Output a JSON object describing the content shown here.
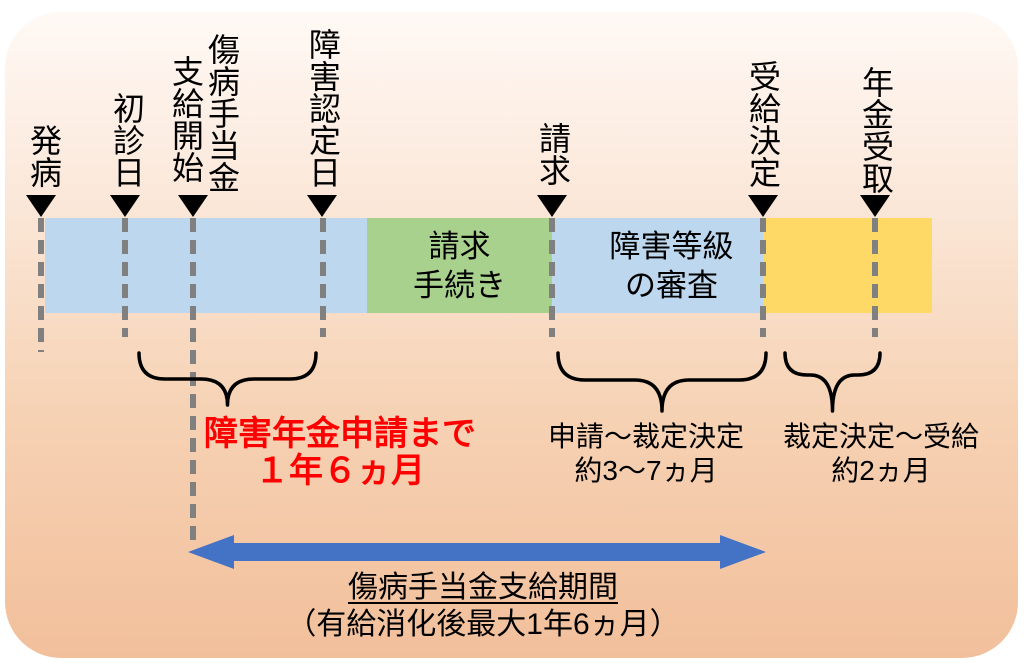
{
  "colors": {
    "bg_top": "#FFF9F5",
    "bg_bottom": "#F2BF9B",
    "bar_blue": "#BDD7EE",
    "bar_green": "#A9D18E",
    "bar_yellow": "#FFD966",
    "dash_gray": "#808080",
    "marker_black": "#000000",
    "arrow_blue": "#4472C4",
    "highlight_red": "#FF0000"
  },
  "timeline": {
    "markers": [
      {
        "label": "発病"
      },
      {
        "label": "初診日"
      },
      {
        "label_right": "傷病手当金",
        "label_left": "支給開始"
      },
      {
        "label": "障害認定日"
      },
      {
        "label": "請求"
      },
      {
        "label": "受給決定"
      },
      {
        "label": "年金受取"
      }
    ],
    "segments": {
      "claim_procedure": {
        "line1": "請求",
        "line2": "手続き"
      },
      "grade_review": {
        "line1": "障害等級",
        "line2": "の審査"
      }
    }
  },
  "annotations": {
    "to_pension_apply": {
      "line1": "障害年金申請まで",
      "line2": "１年６ヵ月"
    },
    "apply_to_decision": {
      "line1": "申請～裁定決定",
      "line2": "約3～7ヵ月"
    },
    "decision_to_receive": {
      "line1": "裁定決定～受給",
      "line2": "約2ヵ月"
    }
  },
  "benefit_period": {
    "line1": "傷病手当金支給期間",
    "line2": "（有給消化後最大1年6ヵ月）"
  }
}
